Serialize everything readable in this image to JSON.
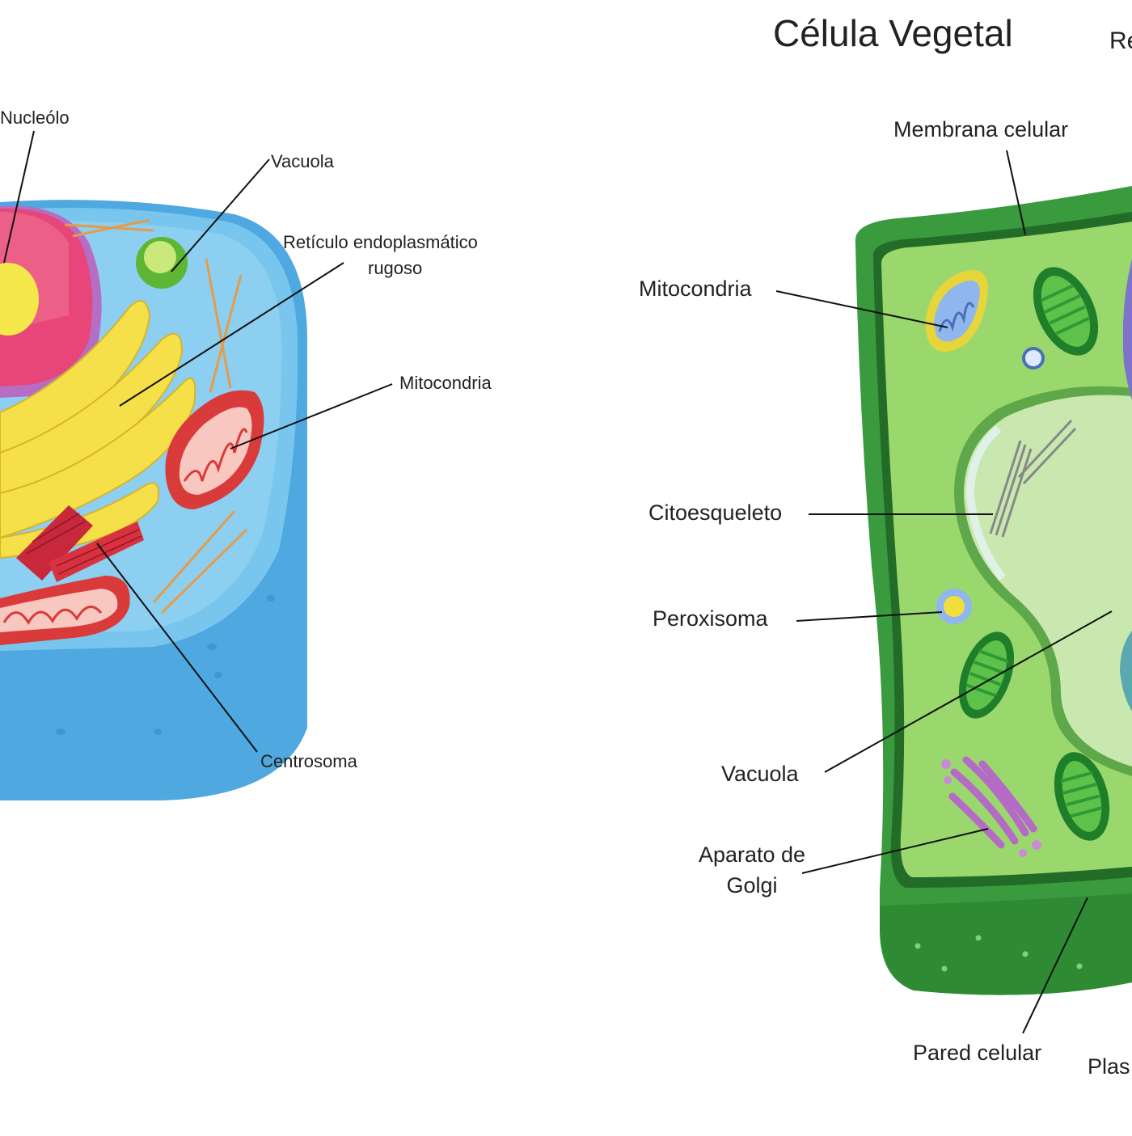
{
  "title_plant": "Célula Vegetal",
  "title_plant_cut": "Re",
  "animal_labels": {
    "nucleolo": "Nucleólo",
    "vacuola": "Vacuola",
    "reticulo_line1": "Retículo endoplasmático",
    "reticulo_line2": "rugoso",
    "mitocondria": "Mitocondria",
    "centrosoma": "Centrosoma"
  },
  "plant_labels": {
    "membrana": "Membrana celular",
    "mitocondria": "Mitocondria",
    "citoesqueleto": "Citoesqueleto",
    "peroxisoma": "Peroxisoma",
    "vacuola": "Vacuola",
    "golgi_line1": "Aparato de",
    "golgi_line2": "Golgi",
    "pared": "Pared celular",
    "plas_cut": "Plas"
  },
  "colors": {
    "animal_cytoplasm": "#5fb8e8",
    "animal_membrane": "#3f9fd8",
    "nucleus": "#e8467a",
    "nucleolus": "#f4e84a",
    "er": "#f6e04a",
    "mitochondria": "#d93a3a",
    "plant_wall": "#2f9a3a",
    "plant_cytoplasm": "#8fd16a",
    "plant_vacuole": "#bfe5a6",
    "chloroplast": "#3fae3a",
    "golgi": "#b56bc6"
  }
}
